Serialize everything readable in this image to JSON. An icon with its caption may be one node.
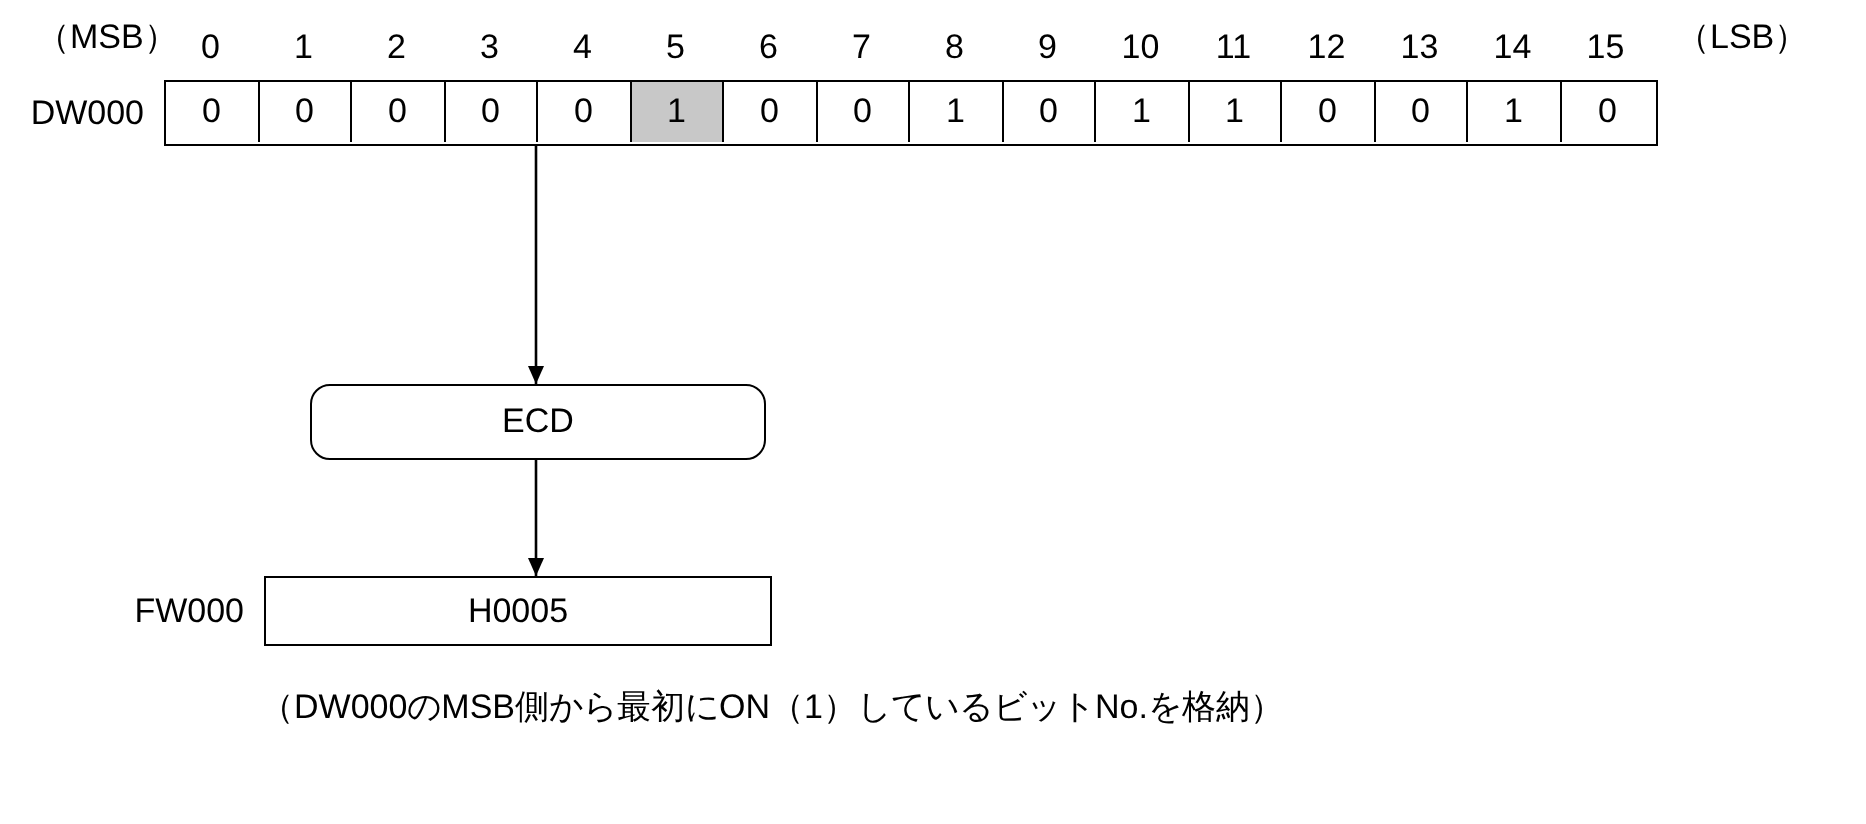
{
  "diagram": {
    "caption": "（DW000のMSB側から最初にON（1）しているビットNo.を格納）",
    "nodes": [
      {
        "text": [],
        "shape": "bar",
        "beside": [
          "DW000"
        ]
      },
      {
        "text": [
          "0"
        ],
        "in": 0
      },
      {
        "text": [
          "0"
        ],
        "in": 0
      },
      {
        "text": [
          "0"
        ],
        "in": 0
      },
      {
        "text": [
          "0"
        ],
        "in": 0
      },
      {
        "text": [
          "0"
        ],
        "in": 0
      },
      {
        "text": [
          "1"
        ],
        "in": 0
      },
      {
        "text": [
          "0"
        ],
        "in": 0
      },
      {
        "text": [
          "0"
        ],
        "in": 0
      },
      {
        "text": [
          "1"
        ],
        "in": 0
      },
      {
        "text": [
          "0"
        ],
        "in": 0
      },
      {
        "text": [
          "1"
        ],
        "in": 0
      },
      {
        "text": [
          "1"
        ],
        "in": 0
      },
      {
        "text": [
          "0"
        ],
        "in": 0
      },
      {
        "text": [
          "0"
        ],
        "in": 0
      },
      {
        "text": [
          "1"
        ],
        "in": 0
      },
      {
        "text": [
          "0"
        ],
        "in": 0
      },
      {
        "text": [
          "ECD"
        ]
      },
      {
        "text": [
          "H0005"
        ],
        "beside": [
          "FW000"
        ]
      }
    ],
    "edges": [
      {
        "from": 0,
        "to": 17,
        "arrow": "to"
      },
      {
        "from": 17,
        "to": 18,
        "arrow": "to"
      }
    ],
    "labels": [
      "（MSB）",
      "0",
      "1",
      "2",
      "3",
      "4",
      "5",
      "6",
      "7",
      "8",
      "9",
      "10",
      "11",
      "12",
      "13",
      "14",
      "15",
      "（LSB）"
    ]
  }
}
